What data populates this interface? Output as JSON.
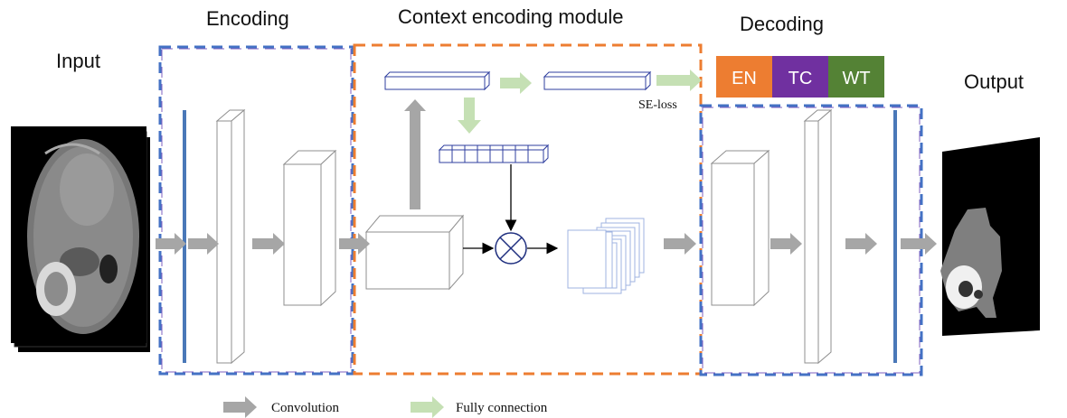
{
  "labels": {
    "input": "Input",
    "encoding": "Encoding",
    "context": "Context encoding module",
    "decoding": "Decoding",
    "output": "Output",
    "se_loss": "SE-loss"
  },
  "badges": [
    {
      "text": "EN",
      "color": "#ED7D31"
    },
    {
      "text": "TC",
      "color": "#7030A0"
    },
    {
      "text": "WT",
      "color": "#548235"
    }
  ],
  "legend": {
    "convolution": "Convolution",
    "fully_connection": "Fully connection"
  },
  "colors": {
    "conv_arrow": "#a6a6a6",
    "fc_arrow": "#c5e0b4",
    "blue_dash": "#4472C4",
    "orange_dash": "#ED7D31",
    "purple_dash": "#7F60C0",
    "feature_bar": "#4a78b8",
    "block_stroke": "#7f7f7f"
  }
}
